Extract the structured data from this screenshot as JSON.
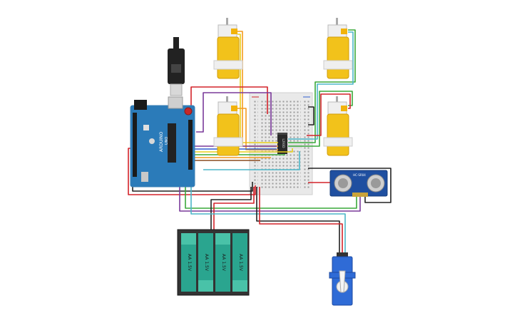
{
  "arduino": {
    "brand": "ARDUINO",
    "model": "UNO",
    "colors": {
      "board": "#2b7bb9",
      "board_dark": "#1d5f93"
    }
  },
  "battery_pack": {
    "cells": [
      {
        "label": "AA 1.5V"
      },
      {
        "label": "AA 1.5V"
      },
      {
        "label": "AA 1.5V"
      },
      {
        "label": "AA 1.5V"
      }
    ],
    "colors": {
      "cell": "#2aa58f",
      "cell_light": "#49c2a8",
      "holder": "#333333"
    }
  },
  "motor_driver": {
    "label": "L293D"
  },
  "ultrasonic_sensor": {
    "label": "HC-SR04"
  },
  "motors": [
    {
      "name": "motor-top-left"
    },
    {
      "name": "motor-top-right"
    },
    {
      "name": "motor-middle-left"
    },
    {
      "name": "motor-middle-right"
    }
  ],
  "servo": {
    "name": "micro-servo"
  },
  "wire_colors": {
    "red": "#d4232a",
    "black": "#222222",
    "orange": "#f39a1e",
    "yellow": "#e8cf1a",
    "green": "#3aa83a",
    "cyan": "#4bb6c8",
    "purple": "#7a3a9a",
    "blue": "#2f5fd0",
    "brown": "#8a4b20",
    "white": "#bbbbbb"
  },
  "icons": [
    "usb-plug-icon",
    "gear-motor-icon",
    "servo-icon",
    "ic-chip-icon"
  ]
}
